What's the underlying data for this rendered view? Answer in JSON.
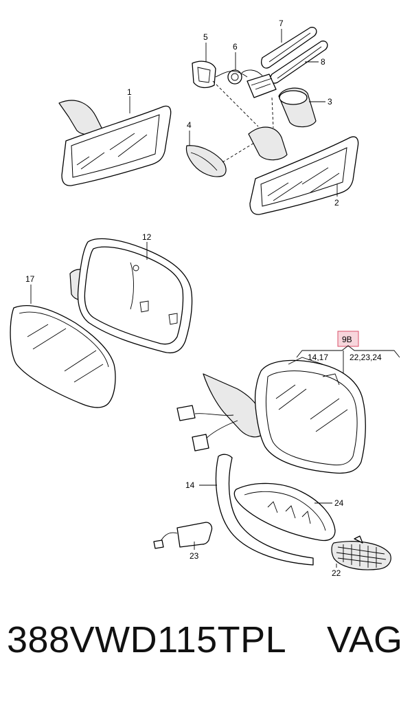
{
  "callouts": {
    "c1": "1",
    "c2": "2",
    "c3": "3",
    "c4": "4",
    "c5": "5",
    "c6": "6",
    "c7": "7",
    "c8": "8",
    "c12": "12",
    "c14": "14",
    "c17": "17",
    "c22": "22",
    "c23": "23",
    "c24": "24"
  },
  "group": {
    "badge": "9B",
    "left_refs": "14,17",
    "right_refs": "22,23,24"
  },
  "footer": {
    "part_code": "388VWD115TPL",
    "brand": "VAG"
  },
  "colors": {
    "badge_fill": "#f7d6dc",
    "badge_stroke": "#d9506a",
    "ink": "#000000"
  }
}
